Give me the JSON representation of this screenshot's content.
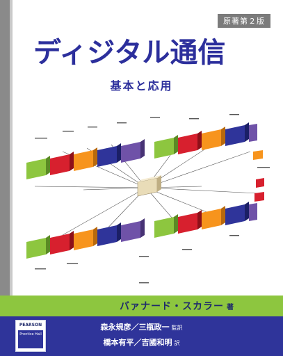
{
  "cover": {
    "edition": "原著第２版",
    "title": "ディジタル通信",
    "subtitle": "基本と応用",
    "author": "バァナード・スカラー",
    "author_role": "著",
    "supervisors": "森永規彦／三瓶政一",
    "supervisors_role": "監訳",
    "translators": "橋本有平／吉國和明",
    "translators_role": "訳",
    "publisher_top": "PEARSON",
    "publisher_bottom": "Prentice Hall"
  },
  "colors": {
    "title": "#2c2f9c",
    "author_band": "#8dc63f",
    "bottom_band": "#2f349a",
    "stripe": "#8a8a8a"
  }
}
